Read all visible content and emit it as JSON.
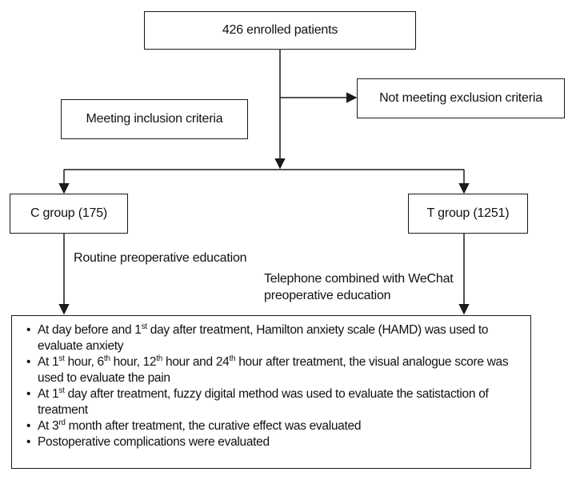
{
  "diagram": {
    "enrolled": "426 enrolled patients",
    "inclusion": "Meeting inclusion criteria",
    "exclusion": "Not meeting exclusion criteria",
    "c_group": "C group (175)",
    "t_group": "T group (1251)",
    "c_edu": "Routine preoperative education",
    "t_edu_line1": "Telephone combined with WeChat",
    "t_edu_line2": "preoperative education",
    "outcomes": [
      {
        "pre": "At day before and 1",
        "sup": "st",
        "post": " day after treatment, Hamilton anxiety scale (HAMD) was used to evaluate anxiety"
      },
      {
        "pre": "At 1",
        "sup1": "st",
        "mid1": " hour, 6",
        "sup2": "th",
        "mid2": " hour, 12",
        "sup3": "th",
        "mid3": " hour and 24",
        "sup4": "th",
        "post": " hour after treatment, the visual analogue score was used to evaluate the pain"
      },
      {
        "pre": "At 1",
        "sup": "st",
        "post": " day after treatment, fuzzy digital method was used to evaluate the satistaction of treatment"
      },
      {
        "pre": "At 3",
        "sup": "rd",
        "post": " month after treatment, the curative effect was evaluated"
      },
      {
        "text": "Postoperative complications were evaluated"
      }
    ]
  }
}
